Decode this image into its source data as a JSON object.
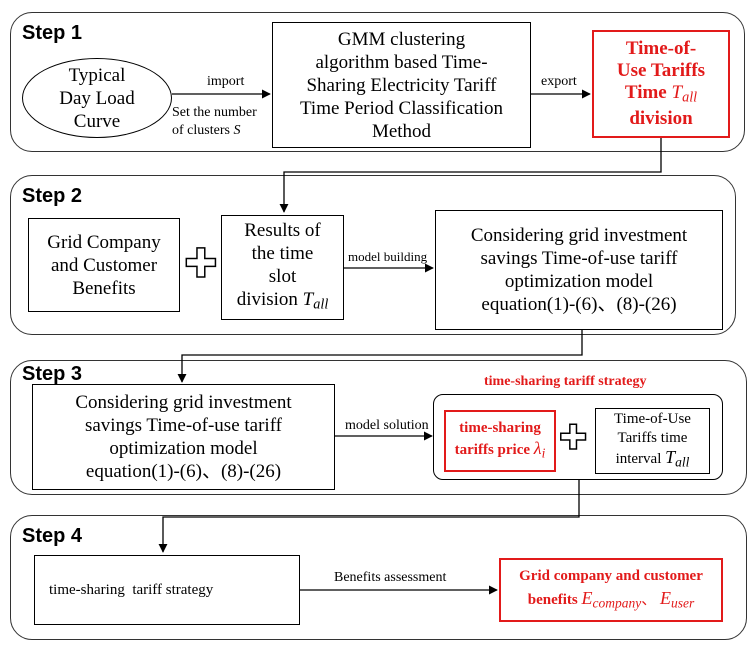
{
  "steps": {
    "s1": "Step 1",
    "s2": "Step 2",
    "s3": "Step 3",
    "s4": "Step 4"
  },
  "step1": {
    "curve_l1": "Typical",
    "curve_l2": "Day Load",
    "curve_l3": "Curve",
    "import_label": "import",
    "clusters_l1": "Set the number",
    "clusters_l2": "of clusters",
    "clusters_var": "S",
    "gmm_l1": "GMM clustering",
    "gmm_l2": "algorithm based Time-",
    "gmm_l3": "Sharing Electricity Tariff",
    "gmm_l4": "Time Period Classification",
    "gmm_l5": "Method",
    "export_label": "export",
    "tou_l1": "Time-of-",
    "tou_l2": "Use Tariffs",
    "tou_l3": "Time",
    "tou_var": "T",
    "tou_sub": "all",
    "tou_l4": "division"
  },
  "step2": {
    "benefits_l1": "Grid Company",
    "benefits_l2": "and Customer",
    "benefits_l3": "Benefits",
    "results_l1": "Results of",
    "results_l2": "the time",
    "results_l3": "slot",
    "results_l4": "division",
    "results_var": "T",
    "results_sub": "all",
    "model_building_label": "model building",
    "model_l1": "Considering grid investment",
    "model_l2": "savings Time-of-use tariff",
    "model_l3": "optimization model",
    "model_l4": "equation(1)-(6)、(8)-(26)"
  },
  "step3": {
    "model_l1": "Considering grid investment",
    "model_l2": "savings Time-of-use tariff",
    "model_l3": "optimization model",
    "model_l4": "equation(1)-(6)、(8)-(26)",
    "model_solution_label": "model solution",
    "strategy_title": "time-sharing tariff strategy",
    "price_l1": "time-sharing",
    "price_l2": "tariffs price",
    "price_var": "λ",
    "price_sub": "i",
    "interval_l1": "Time-of-Use",
    "interval_l2": "Tariffs time",
    "interval_l3": "interval",
    "interval_var": "T",
    "interval_sub": "all"
  },
  "step4": {
    "strategy_label": "time-sharing  tariff strategy",
    "assess_label": "Benefits assessment",
    "benefit_l1": "Grid company and customer",
    "benefit_l2": "benefits",
    "company_var": "E",
    "company_sub": "company",
    "separator": "、",
    "user_var": "E",
    "user_sub": "user"
  },
  "colors": {
    "accent_red": "#e21a1a",
    "line": "#000000"
  }
}
